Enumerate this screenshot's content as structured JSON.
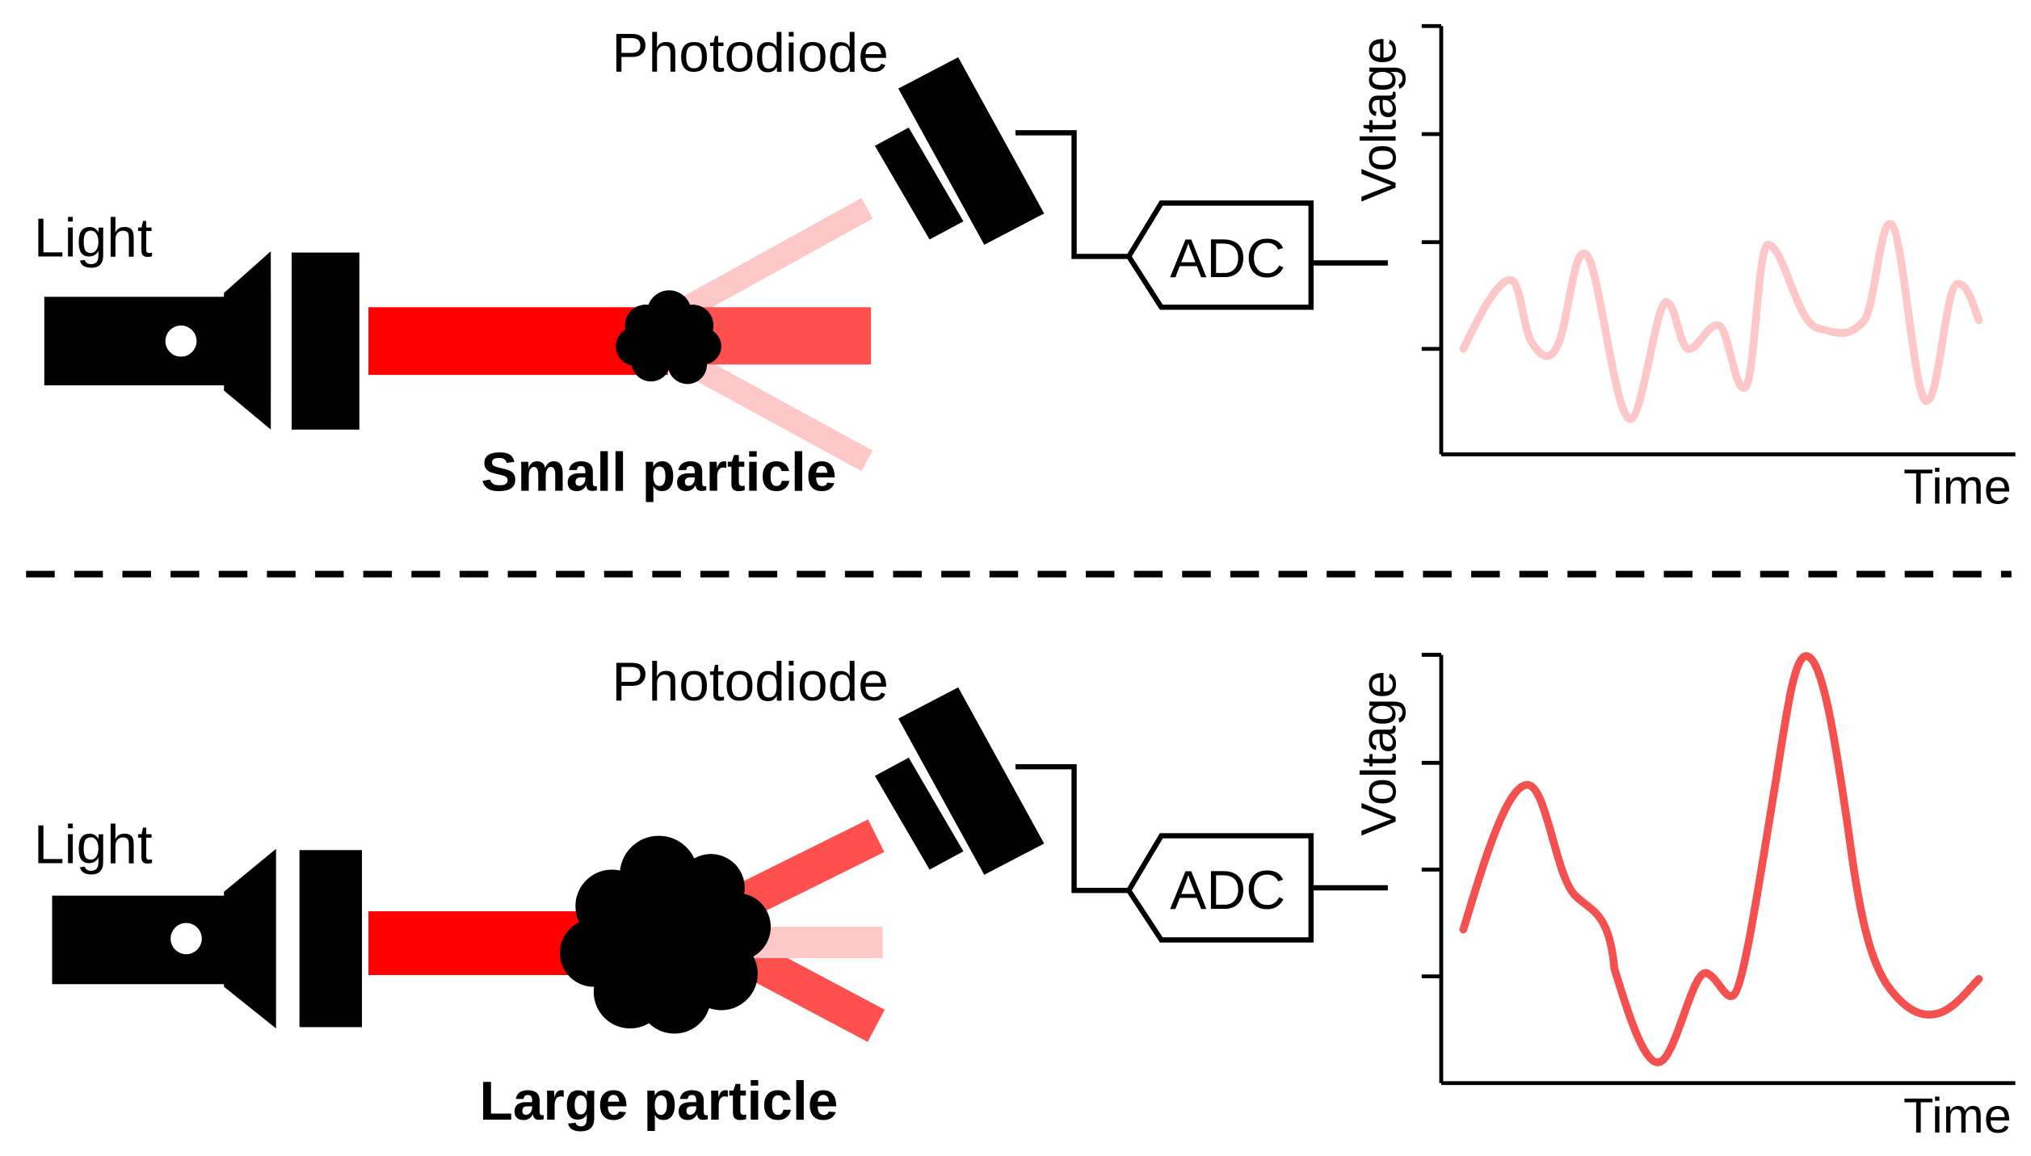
{
  "colors": {
    "ink": "#000000",
    "beam_strong": "#ff0000",
    "beam_medium": "#ff5050",
    "beam_faint": "#ffc8c8",
    "signal_small": "#ffc8c8",
    "signal_large": "#f55050"
  },
  "icons": [
    "flashlight-icon",
    "photodiode-icon",
    "particle-icon",
    "adc-icon"
  ],
  "panels": [
    {
      "id": "small",
      "light_label": "Light",
      "photodiode_label": "Photodiode",
      "particle_label": "Small particle",
      "adc_label": "ADC",
      "ylabel": "Voltage",
      "xlabel": "Time"
    },
    {
      "id": "large",
      "light_label": "Light",
      "photodiode_label": "Photodiode",
      "particle_label": "Large particle",
      "adc_label": "ADC",
      "ylabel": "Voltage",
      "xlabel": "Time"
    }
  ],
  "signals": {
    "small": {
      "description_series": "signal",
      "x": [
        0,
        0.1,
        0.2,
        0.3,
        0.4,
        0.5,
        0.6,
        0.7,
        0.8,
        0.9,
        1.0
      ],
      "y": [
        0.3,
        0.55,
        0.6,
        0.1,
        0.45,
        0.2,
        0.6,
        0.55,
        0.7,
        0.1,
        0.4
      ]
    },
    "large": {
      "description_series": "signal",
      "x": [
        0,
        0.12,
        0.24,
        0.36,
        0.48,
        0.6,
        0.72,
        0.84,
        1.0
      ],
      "y": [
        0.35,
        0.75,
        0.45,
        0.05,
        0.25,
        1.0,
        0.35,
        0.15,
        0.25
      ]
    }
  }
}
